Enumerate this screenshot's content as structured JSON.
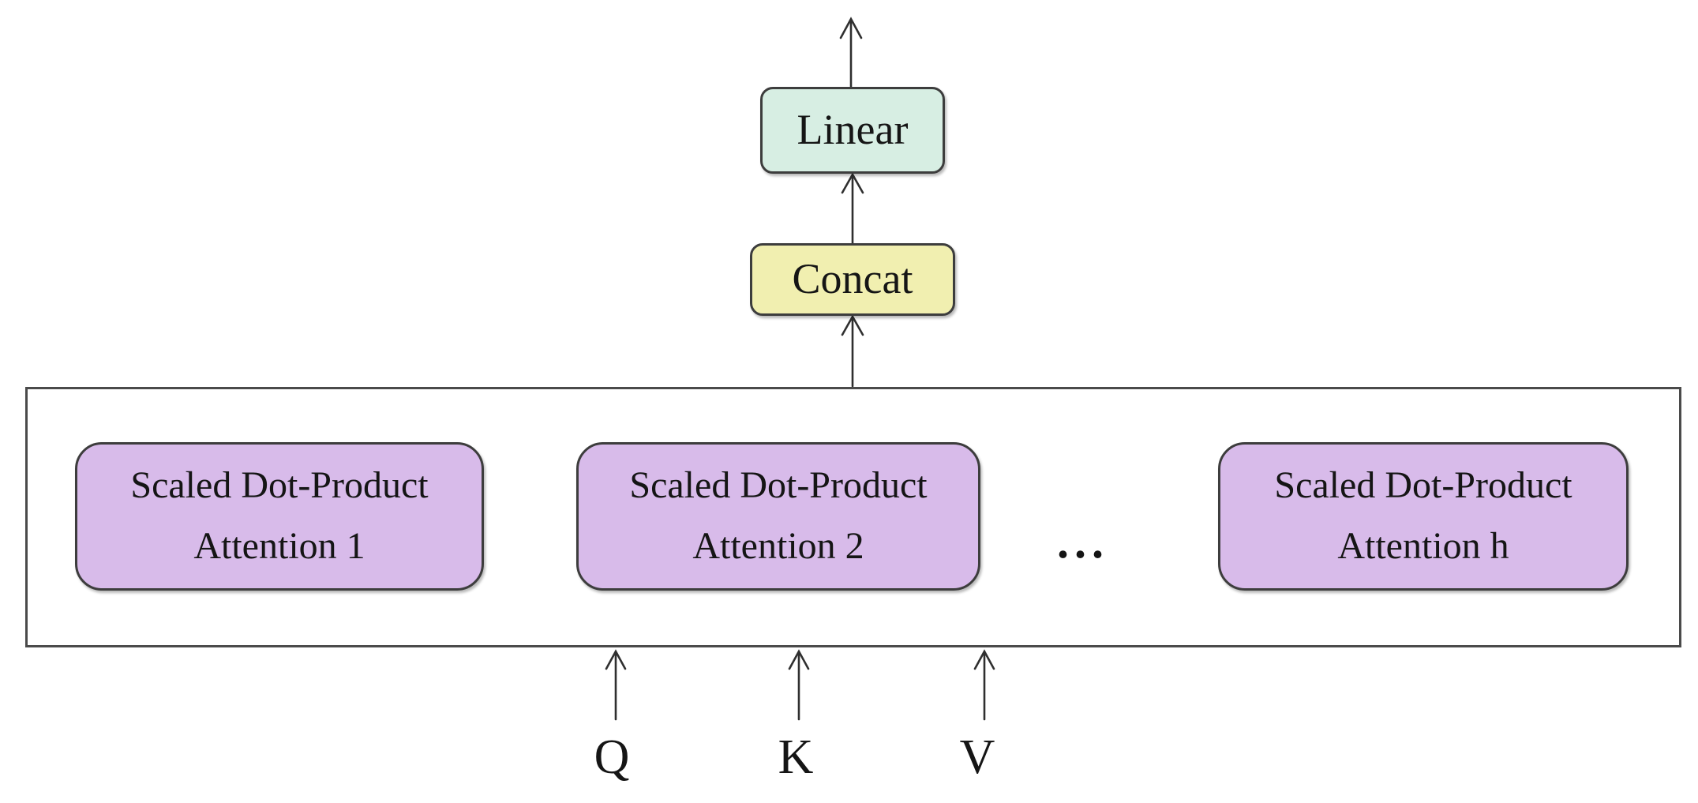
{
  "diagram": {
    "nodes": {
      "linear": {
        "label": "Linear"
      },
      "concat": {
        "label": "Concat"
      }
    },
    "heads": [
      {
        "line1": "Scaled Dot-Product",
        "line2": "Attention 1"
      },
      {
        "line1": "Scaled Dot-Product",
        "line2": "Attention 2"
      },
      {
        "line1": "Scaled Dot-Product",
        "line2": "Attention h"
      }
    ],
    "ellipsis": "...",
    "inputs": [
      {
        "label": "Q"
      },
      {
        "label": "K"
      },
      {
        "label": "V"
      }
    ]
  },
  "colors": {
    "background": "#ffffff",
    "text": "#151515",
    "line": "#2f2f2f",
    "node-border": "#3d3d3d",
    "container-border": "#4a4a4a",
    "linear-fill": "#d7eee3",
    "concat-fill": "#f1efb0",
    "head-fill": "#d8bbea"
  }
}
